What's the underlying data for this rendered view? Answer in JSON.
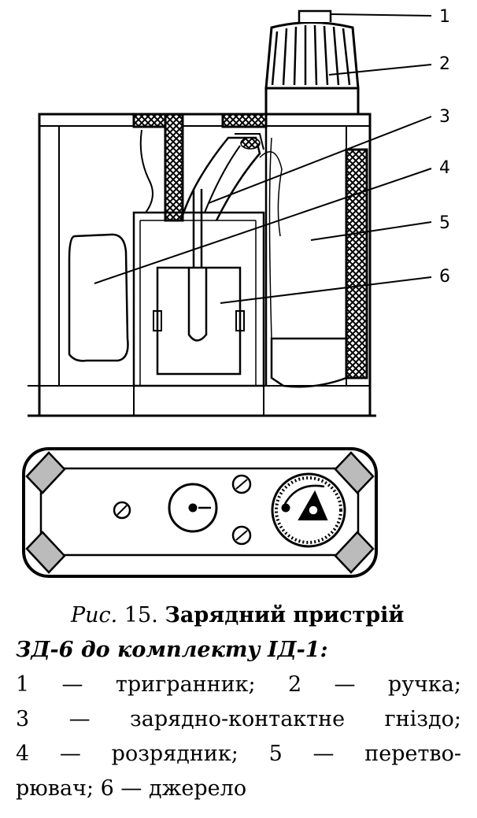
{
  "callouts": [
    {
      "num": "1",
      "name": "тригранник"
    },
    {
      "num": "2",
      "name": "ручка"
    },
    {
      "num": "3",
      "name": "зарядно-контактне гніздо"
    },
    {
      "num": "4",
      "name": "розрядник"
    },
    {
      "num": "5",
      "name": "перетворювач"
    },
    {
      "num": "6",
      "name": "джерело"
    }
  ],
  "caption": {
    "fig_prefix": "Рис.",
    "fig_number": "15.",
    "title_line1": "Зарядний пристрій",
    "title_line2": "ЗД-6 до комплекту ІД-1:",
    "legend_line1": "1 — тригранник; 2 — ручка;",
    "legend_line2": "3 — зарядно-контактне гніздо;",
    "legend_line3": "4 — розрядник; 5 — перетво-",
    "legend_line4": "рювач; 6 — джерело"
  }
}
